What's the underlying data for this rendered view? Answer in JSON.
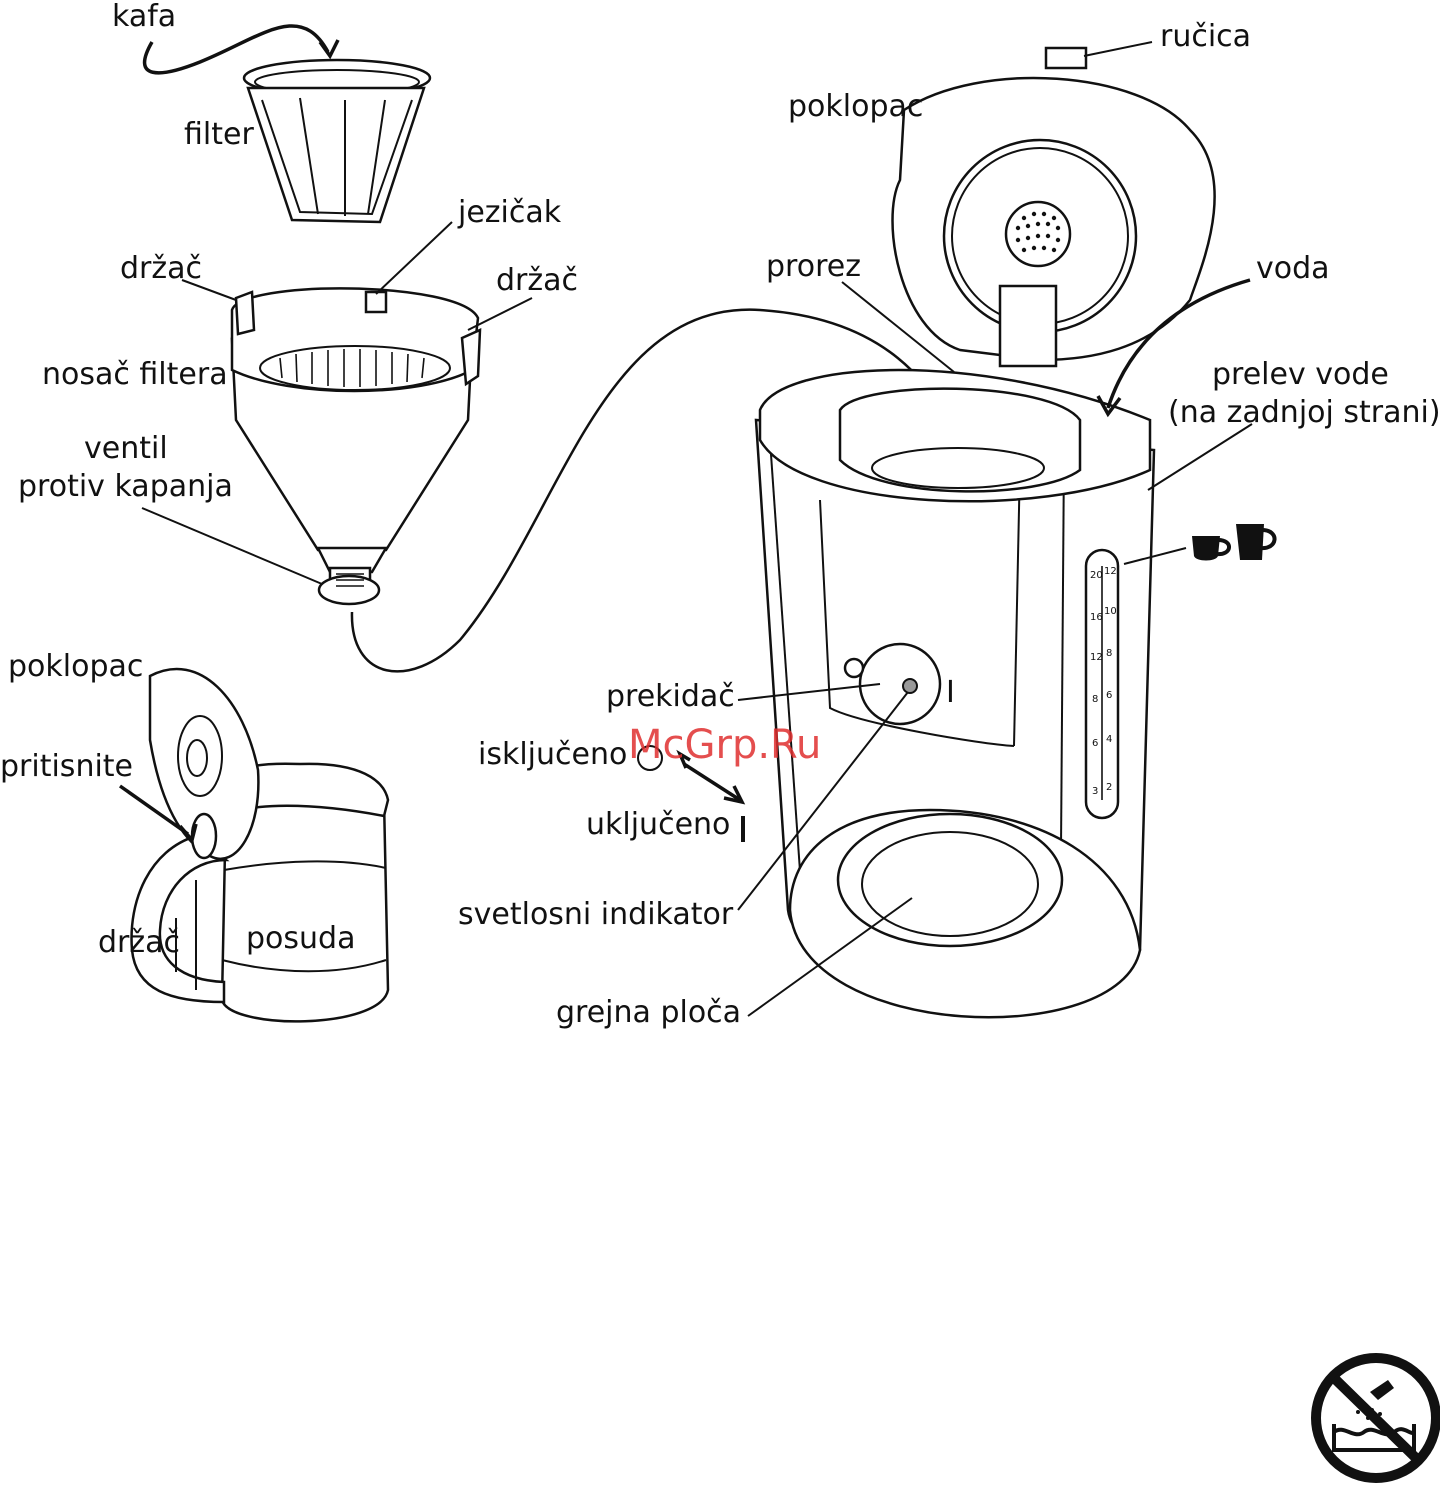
{
  "labels": {
    "kafa": "kafa",
    "filter": "filter",
    "jezicak": "jezičak",
    "drzac_left": "držač",
    "drzac_right": "držač",
    "nosac_filtera": "nosač filtera",
    "ventil_line1": "ventil",
    "ventil_line2": "protiv kapanja",
    "poklopac_carafe": "poklopac",
    "pritisnite": "pritisnite",
    "drzac_carafe": "držač",
    "posuda": "posuda",
    "rucica": "ručica",
    "poklopac_top": "poklopac",
    "prorez": "prorez",
    "voda": "voda",
    "prelev_line1": "prelev vode",
    "prelev_line2": "(na zadnjoj strani)",
    "prekidac": "prekidač",
    "iskljuceno": "isključeno",
    "ukljuceno": "uključeno",
    "svetlosni_indikator": "svetlosni indikator",
    "grejna_ploca": "grejna ploča"
  },
  "scale": {
    "left": [
      "20",
      "16",
      "12",
      "8",
      "6",
      "3"
    ],
    "right": [
      "12",
      "10",
      "8",
      "6",
      "4",
      "2"
    ]
  },
  "switch_on_mark": "I",
  "watermark": "McGrp.Ru",
  "icons": [
    "cup-icon",
    "mug-icon",
    "no-water-immersion-icon"
  ]
}
